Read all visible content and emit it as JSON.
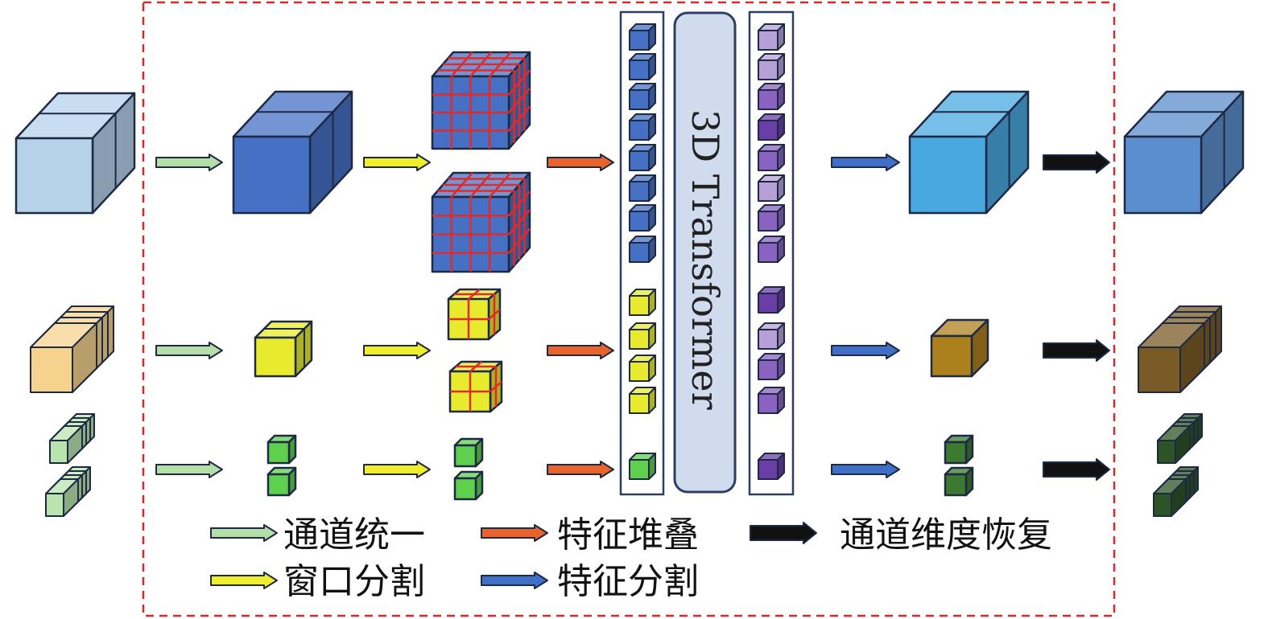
{
  "transformer": {
    "label": "3D Transformer"
  },
  "legend": {
    "channel_unify": "通道统一",
    "window_split": "窗口分割",
    "feature_stack": "特征堆叠",
    "feature_split": "特征分割",
    "channel_restore": "通道维度恢复"
  },
  "colors": {
    "frame": "#d42a2a",
    "arrow_channel_unify": "#b5dfa8",
    "arrow_window_split": "#f0ee2a",
    "arrow_feature_stack": "#e8642c",
    "arrow_feature_split": "#3f6fc6",
    "arrow_channel_restore": "#111111",
    "input_large": "#b5d2ea",
    "input_medium": "#f5d38e",
    "input_small": "#b9e4ae",
    "unified_large": "#4670c4",
    "unified_medium": "#e8ea2e",
    "unified_small": "#5fd04e",
    "transformer_box": "#d0dcee",
    "output_purple_light": "#b7a0d8",
    "output_purple": "#8a62c0",
    "output_purple_dark": "#6a3ea8",
    "restored_large": "#49a8e0",
    "restored_medium": "#ad801e",
    "restored_small": "#3b7a30",
    "final_large": "#5b8ecc",
    "final_medium": "#7a5a25",
    "final_small": "#2d5426",
    "grid_line": "#e22a2a"
  },
  "icons": [
    "cube-icon",
    "arrow-icon"
  ]
}
